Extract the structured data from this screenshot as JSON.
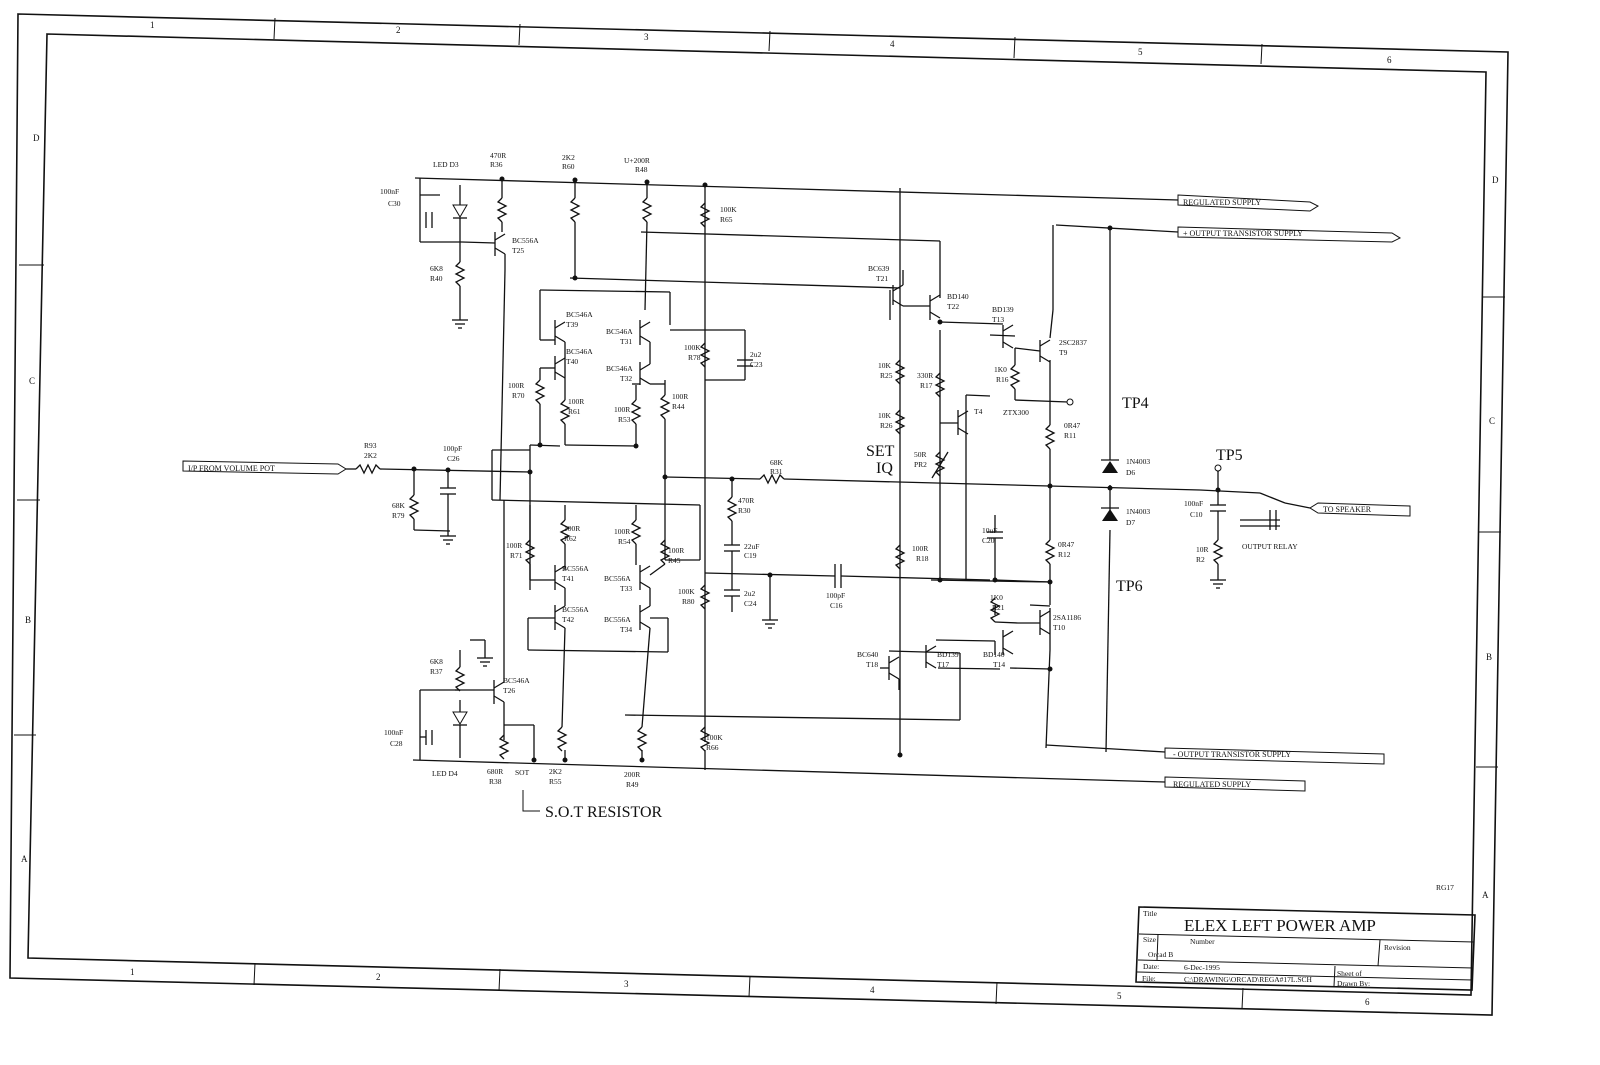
{
  "border": {
    "cols_top": [
      "1",
      "2",
      "3",
      "4",
      "5",
      "6"
    ],
    "cols_bottom": [
      "1",
      "2",
      "3",
      "4",
      "5",
      "6"
    ],
    "rows_left": [
      "D",
      "C",
      "B",
      "A"
    ],
    "rows_right": [
      "D",
      "C",
      "B",
      "A"
    ]
  },
  "ports": {
    "input": "I/P FROM VOLUME POT",
    "reg_top": "REGULATED SUPPLY",
    "pos_out": "+ OUTPUT TRANSISTOR SUPPLY",
    "speaker": "TO SPEAKER",
    "neg_out": "- OUTPUT TRANSISTOR SUPPLY",
    "reg_bottom": "REGULATED SUPPLY"
  },
  "components": {
    "led_d3": "LED D3",
    "r36": [
      "470R",
      "R36"
    ],
    "r60": [
      "2K2",
      "R60"
    ],
    "r48": [
      "U+200R",
      "R48"
    ],
    "r65": [
      "100K",
      "R65"
    ],
    "c30": [
      "100nF",
      "C30"
    ],
    "t25": [
      "BC556A",
      "T25"
    ],
    "r40": [
      "6K8",
      "R40"
    ],
    "t39": [
      "BC546A",
      "T39"
    ],
    "t40": [
      "BC546A",
      "T40"
    ],
    "t31": [
      "BC546A",
      "T31"
    ],
    "t32": [
      "BC546A",
      "T32"
    ],
    "r78": [
      "100K",
      "R78"
    ],
    "c23": [
      "2u2",
      "C23"
    ],
    "r70": [
      "100R",
      "R70"
    ],
    "r61": [
      "100R",
      "R61"
    ],
    "r53": [
      "100R",
      "R53"
    ],
    "r44": [
      "100R",
      "R44"
    ],
    "r93": [
      "R93",
      "2K2"
    ],
    "c26": [
      "100pF",
      "C26"
    ],
    "r79": [
      "68K",
      "R79"
    ],
    "r31": [
      "68K",
      "R31"
    ],
    "r30": [
      "470R",
      "R30"
    ],
    "c19": [
      "22uF",
      "C19"
    ],
    "c24": [
      "2u2",
      "C24"
    ],
    "r80": [
      "100K",
      "R80"
    ],
    "c16": [
      "100pF",
      "C16"
    ],
    "r71": [
      "100R",
      "R71"
    ],
    "r62": [
      "100R",
      "R62"
    ],
    "r54": [
      "100R",
      "R54"
    ],
    "r45": [
      "100R",
      "R45"
    ],
    "t41": [
      "BC556A",
      "T41"
    ],
    "t42": [
      "BC556A",
      "T42"
    ],
    "t33": [
      "BC556A",
      "T33"
    ],
    "t34": [
      "BC556A",
      "T34"
    ],
    "r37": [
      "6K8",
      "R37"
    ],
    "t26": [
      "BC546A",
      "T26"
    ],
    "c28": [
      "100nF",
      "C28"
    ],
    "led_d4": "LED D4",
    "r38": [
      "680R",
      "R38"
    ],
    "sot": "SOT",
    "r55": [
      "2K2",
      "R55"
    ],
    "r49": [
      "200R",
      "R49"
    ],
    "r66": [
      "100K",
      "R66"
    ],
    "t21": [
      "BC639",
      "T21"
    ],
    "t22": [
      "BD140",
      "T22"
    ],
    "r25": [
      "10K",
      "R25"
    ],
    "r26": [
      "10K",
      "R26"
    ],
    "r17": [
      "330R",
      "R17"
    ],
    "t4": "T4",
    "pr2": [
      "50R",
      "PR2"
    ],
    "r18": [
      "100R",
      "R18"
    ],
    "t18": [
      "BC640",
      "T18"
    ],
    "t17": [
      "BD139",
      "T17"
    ],
    "t13": [
      "BD139",
      "T13"
    ],
    "t9": [
      "2SC2837",
      "T9"
    ],
    "r16": [
      "1K0",
      "R16"
    ],
    "ztx": "ZTX300",
    "r11": [
      "0R47",
      "R11"
    ],
    "c20": [
      "10uF",
      "C20"
    ],
    "r12": [
      "0R47",
      "R12"
    ],
    "r21": [
      "1K0",
      "R21"
    ],
    "t10": [
      "2SA1186",
      "T10"
    ],
    "t14": [
      "BD140",
      "T14"
    ],
    "d6": [
      "1N4003",
      "D6"
    ],
    "d7": [
      "1N4003",
      "D7"
    ],
    "c10": [
      "100nF",
      "C10"
    ],
    "r2": [
      "10R",
      "R2"
    ],
    "relay": "OUTPUT RELAY"
  },
  "annotations": {
    "set": "SET",
    "iq": "IQ",
    "tp4": "TP4",
    "tp5": "TP5",
    "tp6": "TP6",
    "sot_resistor": "S.O.T RESISTOR",
    "rg": "RG17"
  },
  "title_block": {
    "title_label": "Title",
    "title": "ELEX LEFT POWER AMP",
    "size_label": "Size",
    "size": "Orcad B",
    "number_label": "Number",
    "revision_label": "Revision",
    "date_label": "Date:",
    "date": "6-Dec-1995",
    "sheet": "Sheet  of",
    "file_label": "File:",
    "file": "C:\\DRAWING\\ORCAD\\REGA#17L.SCH",
    "drawn": "Drawn By:"
  }
}
